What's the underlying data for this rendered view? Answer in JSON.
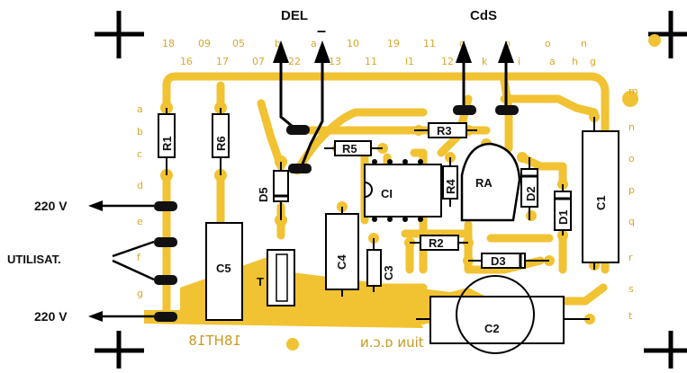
{
  "header": {
    "del_label": "DEL",
    "del_minus": "–",
    "cds_label": "CdS"
  },
  "pins": {
    "top_row": [
      "18",
      "09",
      "05",
      "b",
      "a",
      "10",
      "19",
      "11",
      "q",
      "p",
      "o",
      "n"
    ],
    "second_row": [
      "16",
      "17",
      "07",
      "22",
      "13",
      "11",
      "l1",
      "12",
      "k",
      "i",
      "a",
      "h",
      "g"
    ],
    "left_col": [
      "a",
      "b",
      "c",
      "d",
      "e",
      "f",
      "g"
    ],
    "right_col": [
      "m",
      "n",
      "o",
      "p",
      "q",
      "r",
      "s",
      "t"
    ]
  },
  "connectors": {
    "top_220v": "220 V",
    "utilisat": "UTILISAT.",
    "bottom_220v": "220 V"
  },
  "components": {
    "r1": "R1",
    "r6": "R6",
    "d5": "D5",
    "r5": "R5",
    "r3": "R3",
    "ci": "CI",
    "r4": "R4",
    "ra": "RA",
    "d2": "D2",
    "d1": "D1",
    "c1": "C1",
    "c5": "C5",
    "t": "T",
    "c4": "C4",
    "c3": "C3",
    "r2": "R2",
    "d3": "D3",
    "c2": "C2"
  },
  "board": {
    "mirrored_text_left": "18HT18",
    "mirrored_text_right": "ᴎ.ᴐ.ᴅ ᴎuit"
  },
  "colors": {
    "copper": "#f1c232",
    "ink": "#111111",
    "background": "#ffffff"
  }
}
